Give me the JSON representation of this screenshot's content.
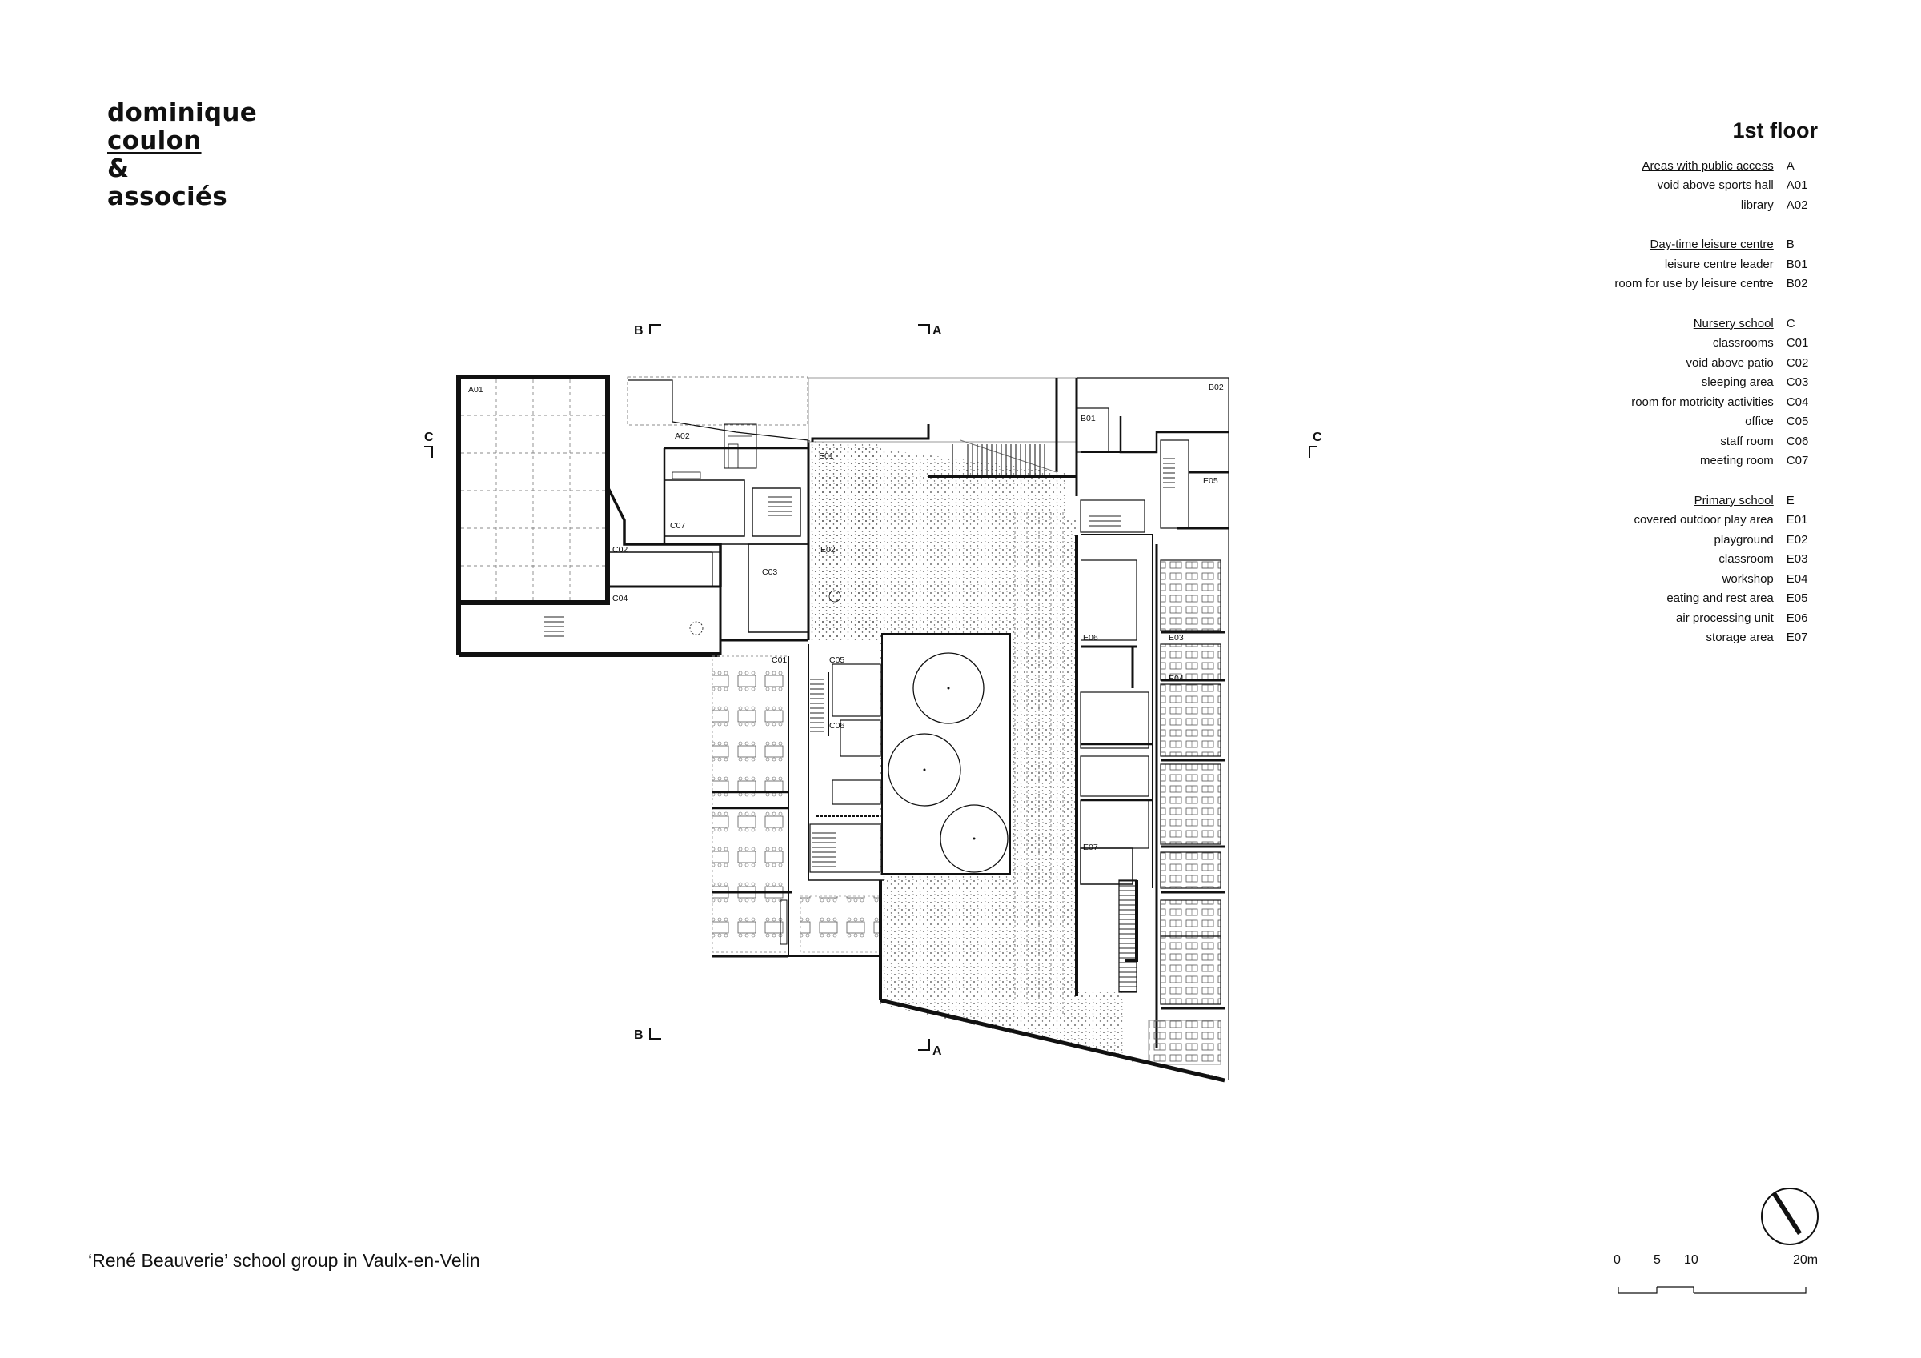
{
  "logo": {
    "line1": "dominique",
    "line2": "coulon",
    "line3": "&",
    "line4": "associés"
  },
  "floor_title": "1st floor",
  "legend": [
    {
      "heading": "Areas with public access",
      "code": "A",
      "items": [
        {
          "label": "void above sports hall",
          "code": "A01"
        },
        {
          "label": "library",
          "code": "A02"
        }
      ]
    },
    {
      "heading": "Day-time leisure centre",
      "code": "B",
      "items": [
        {
          "label": "leisure centre leader",
          "code": "B01"
        },
        {
          "label": "room for use by leisure centre",
          "code": "B02"
        }
      ]
    },
    {
      "heading": "Nursery school",
      "code": "C",
      "items": [
        {
          "label": "classrooms",
          "code": "C01"
        },
        {
          "label": "void above patio",
          "code": "C02"
        },
        {
          "label": "sleeping area",
          "code": "C03"
        },
        {
          "label": "room for motricity activities",
          "code": "C04"
        },
        {
          "label": "office",
          "code": "C05"
        },
        {
          "label": "staff room",
          "code": "C06"
        },
        {
          "label": "meeting room",
          "code": "C07"
        }
      ]
    },
    {
      "heading": "Primary school",
      "code": "E",
      "items": [
        {
          "label": "covered outdoor play area",
          "code": "E01"
        },
        {
          "label": "playground",
          "code": "E02"
        },
        {
          "label": "classroom",
          "code": "E03"
        },
        {
          "label": "workshop",
          "code": "E04"
        },
        {
          "label": "eating and rest area",
          "code": "E05"
        },
        {
          "label": "air processing unit",
          "code": "E06"
        },
        {
          "label": "storage area",
          "code": "E07"
        }
      ]
    }
  ],
  "caption": "‘René Beauverie’ school group in Vaulx-en-Velin",
  "scale_bar": {
    "t0": "0",
    "t5": "5",
    "t10": "10",
    "t20": "20m"
  },
  "section_marks": {
    "a": "A",
    "b": "B",
    "c": "C"
  },
  "rooms": {
    "a01": "A01",
    "a02": "A02",
    "b01": "B01",
    "b02": "B02",
    "c01": "C01",
    "c02": "C02",
    "c03": "C03",
    "c04": "C04",
    "c05": "C05",
    "c06": "C06",
    "c07": "C07",
    "e01": "E01",
    "e02": "E02",
    "e03": "E03",
    "e04": "E04",
    "e05": "E05",
    "e06": "E06",
    "e07": "E07"
  }
}
